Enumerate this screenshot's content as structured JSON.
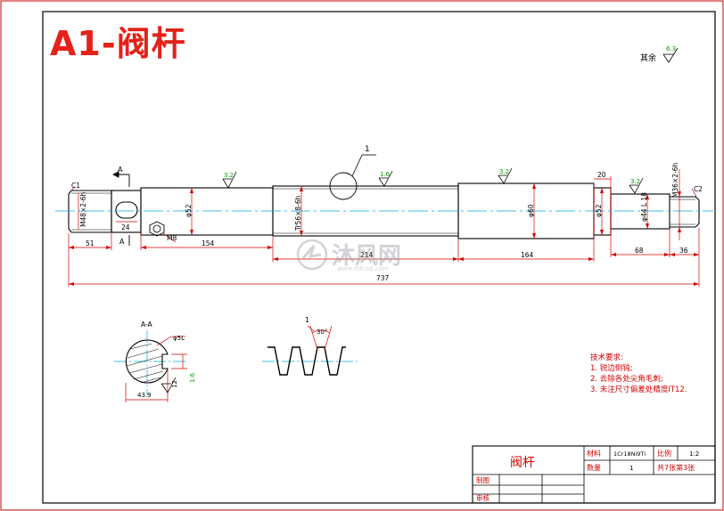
{
  "sheet_title": "A1-阀杆",
  "roughness": {
    "default_note": "其余",
    "default_value": "6.3",
    "values": [
      "3.2",
      "1.6",
      "3.2",
      "3.2"
    ]
  },
  "callouts": {
    "thread_detail": "1",
    "section_arrow": "A",
    "section_title": "A-A"
  },
  "dims": {
    "chamfer_left": "C1",
    "chamfer_right": "C2",
    "thread_left": "M48×2-6h",
    "d52_a": "φ52",
    "d52_b": "φ52",
    "trap_thread": "Tr56×8-6h",
    "d60": "φ60",
    "d44": "φ44 L 18",
    "thread_right": "M36×2-6h",
    "len51": "51",
    "len24": "24",
    "m8": "M8",
    "len154": "154",
    "len214": "214",
    "len164": "164",
    "len20": "20",
    "len68": "68",
    "len36": "36",
    "total": "737",
    "sec_d": "φ5L",
    "sec_w": "43.9",
    "sec_k": "12",
    "thread_angle": "30°"
  },
  "notes": {
    "heading": "技术要求:",
    "items": [
      "1. 锐边倒钝;",
      "2. 去除各处尖角毛刺;",
      "3. 未注尺寸偏差处精度IT12."
    ]
  },
  "title_block": {
    "part_name": "阀杆",
    "material_label": "材料",
    "material": "1Cr18Ni9Ti",
    "scale_label": "比例",
    "scale": "1:2",
    "qty_label": "数量",
    "qty": "1",
    "sheet_info": "共7张第3张",
    "drawn_label": "制图",
    "checked_label": "审核"
  },
  "watermark": {
    "brand": "沐风网",
    "url": "www.mfcad.com"
  },
  "colors": {
    "border": "#c40000",
    "geometry": "#000000",
    "dimension": "#d40000",
    "centerline": "#00b0d8",
    "roughness": "#00a000",
    "title": "#e5211a"
  }
}
